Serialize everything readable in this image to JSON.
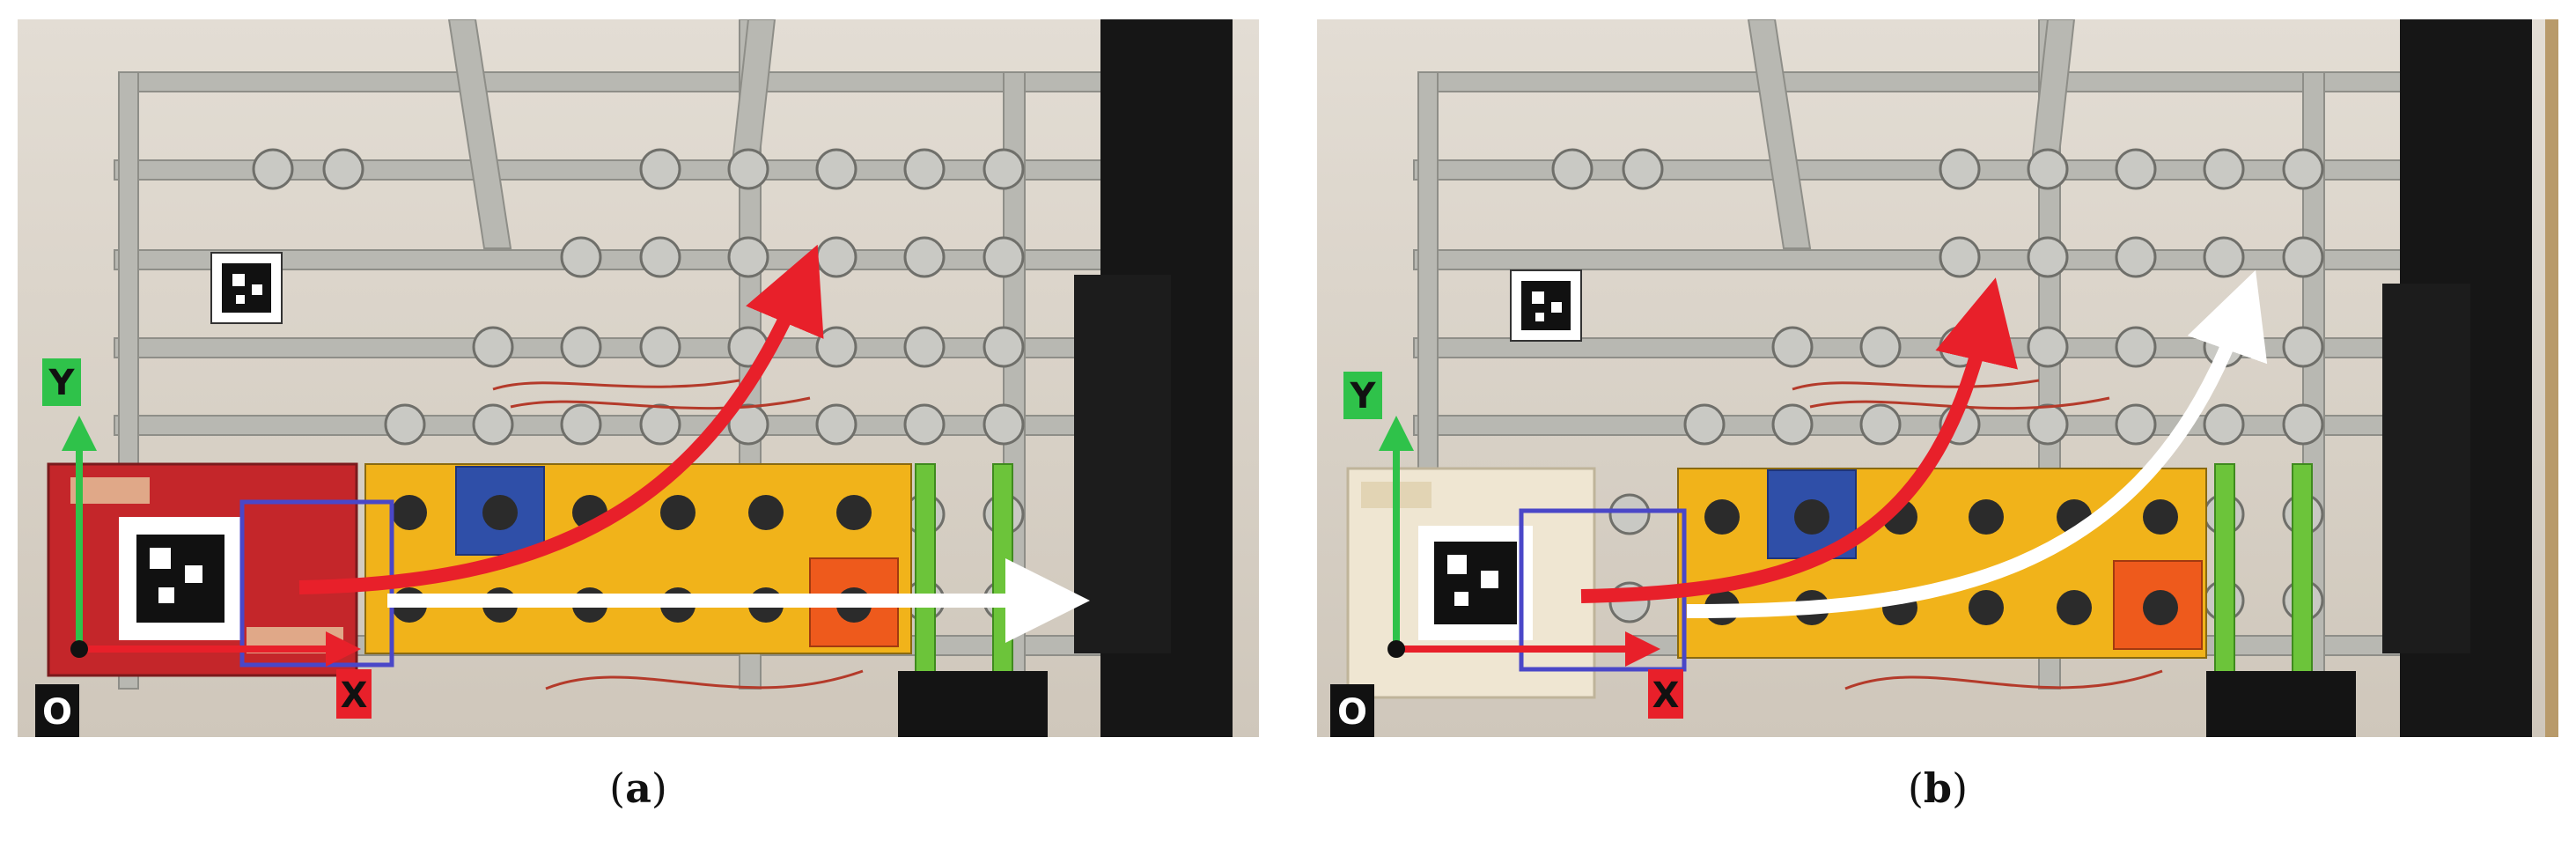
{
  "figure": {
    "panels": [
      {
        "id": "a",
        "caption_open": "(",
        "caption_letter": "a",
        "caption_close": ")",
        "axis_y_label": "Y",
        "axis_x_label": "X",
        "origin_label": "O",
        "arrows": [
          "red-curved-arrow",
          "white-straight-arrow"
        ]
      },
      {
        "id": "b",
        "caption_open": "(",
        "caption_letter": "b",
        "caption_close": ")",
        "axis_y_label": "Y",
        "axis_x_label": "X",
        "origin_label": "O",
        "arrows": [
          "red-curved-arrow",
          "white-curved-arrow"
        ]
      }
    ],
    "colors": {
      "background_wall": "#d9d2c8",
      "frame_metal": "#b9b9b4",
      "module_yellow": "#f1b31a",
      "module_blue": "#2f4fa8",
      "module_orange": "#ee5a1c",
      "arrow_red": "#e8202a",
      "arrow_white": "#ffffff",
      "axis_green": "#2fc24a",
      "axis_red": "#e8202a",
      "selection_box": "#4a47c8",
      "panel_black": "#161616",
      "box_red": "#c4262a",
      "box_cream": "#efe6d2",
      "green_support": "#6cc43a"
    }
  }
}
